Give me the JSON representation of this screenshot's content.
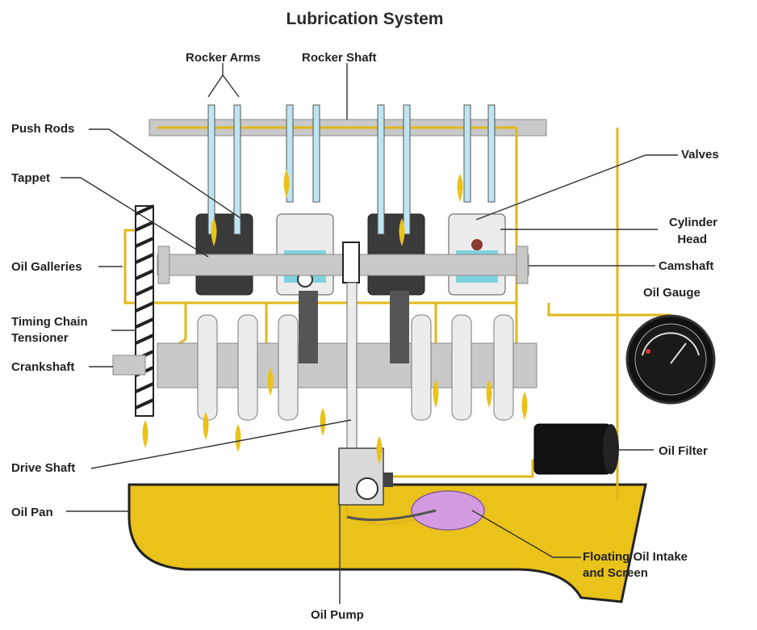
{
  "title": "Lubrication System",
  "labels": {
    "rocker_arms": "Rocker Arms",
    "rocker_shaft": "Rocker Shaft",
    "push_rods": "Push Rods",
    "tappet": "Tappet",
    "oil_galleries": "Oil Galleries",
    "timing_chain_tensioner_line1": "Timing Chain",
    "timing_chain_tensioner_line2": "Tensioner",
    "crankshaft": "Crankshaft",
    "drive_shaft": "Drive Shaft",
    "oil_pan": "Oil Pan",
    "oil_pump": "Oil Pump",
    "valves": "Valves",
    "cylinder_head_line1": "Cylinder",
    "cylinder_head_line2": "Head",
    "camshaft": "Camshaft",
    "oil_gauge": "Oil Gauge",
    "oil_filter": "Oil Filter",
    "floating_oil_intake_line1": "Floating Oil Intake",
    "floating_oil_intake_line2": "and Screen"
  },
  "colors": {
    "oil": "#e9c21a",
    "metal": "#c9c9c9",
    "dark_metal": "#3a3a3a",
    "coolant": "#7fd3de",
    "intake_screen": "#d59be0"
  }
}
